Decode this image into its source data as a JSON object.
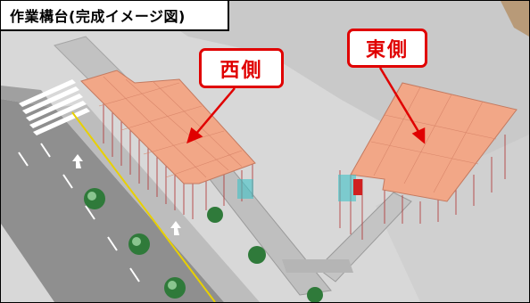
{
  "title": "作業構台(完成イメージ図)",
  "labels": {
    "west": "西側",
    "east": "東側"
  },
  "colors": {
    "label_red": "#e00000",
    "platform": "#f0a080",
    "ground": "#dcdcdc",
    "road": "#8c8c8c"
  }
}
